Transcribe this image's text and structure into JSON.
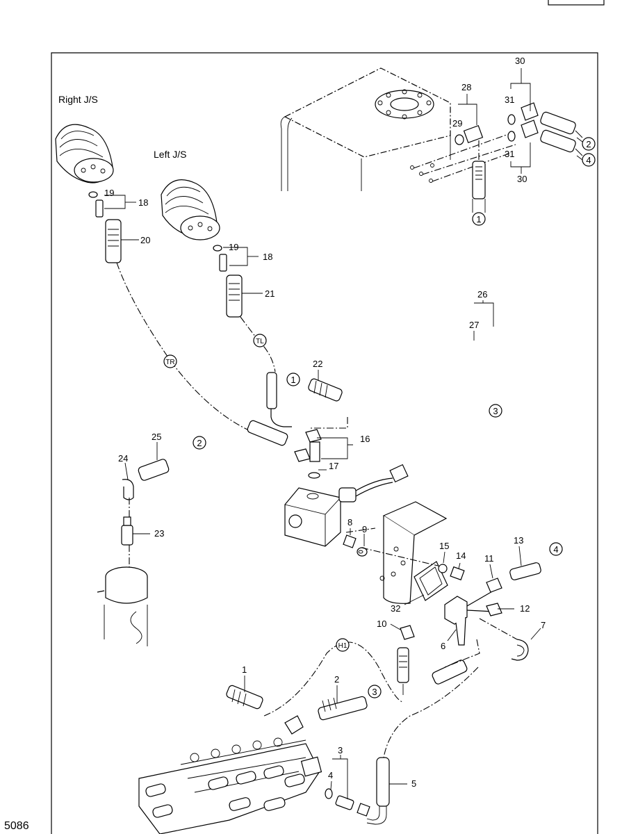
{
  "page_number": "5086",
  "labels": {
    "right_js": "Right J/S",
    "left_js": "Left J/S",
    "pipe_tr": "TR",
    "pipe_tl": "TL",
    "pipe_h1": "H1"
  },
  "parts": [
    "1",
    "2",
    "3",
    "4",
    "5",
    "6",
    "7",
    "8",
    "9",
    "10",
    "11",
    "12",
    "13",
    "14",
    "15",
    "16",
    "17",
    "18",
    "19",
    "20",
    "21",
    "22",
    "23",
    "24",
    "25",
    "26",
    "27",
    "28",
    "29",
    "30",
    "31",
    "32"
  ],
  "circled_refs": [
    "1",
    "2",
    "3",
    "4"
  ]
}
